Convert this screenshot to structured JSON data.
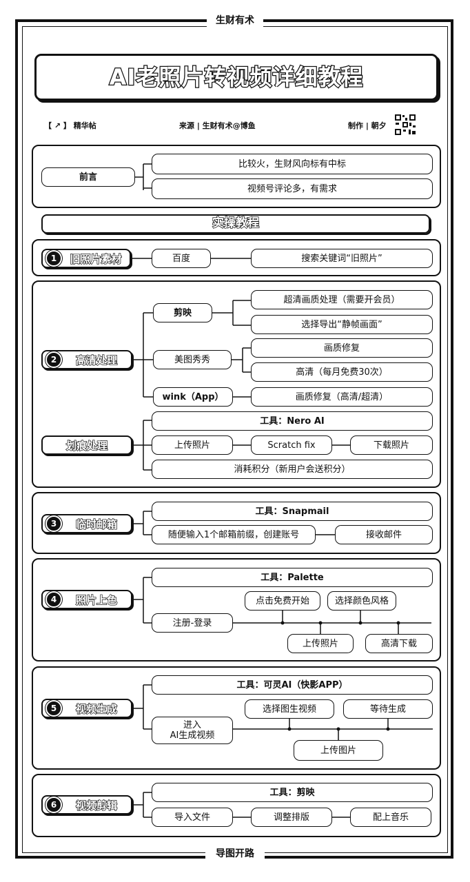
{
  "brand": "生财有术",
  "footer": "导图开路",
  "title": "AI老照片转视频详细教程",
  "meta": {
    "tag": "【 ↗ 】 精华帖",
    "source": "来源 | 生财有术@博鱼",
    "author": "制作 | 朝夕"
  },
  "preface": {
    "label": "前言",
    "items": [
      "比较火，生财风向标有中标",
      "视频号评论多，有需求"
    ]
  },
  "banner": "实操教程",
  "step1": {
    "num": "1",
    "label": "旧照片素材",
    "tool": "百度",
    "action": "搜索关键词“旧照片”"
  },
  "step2": {
    "num": "2",
    "label": "高清处理",
    "jianying": "剪映",
    "jianying_items": [
      "超清画质处理（需要开会员）",
      "选择导出“静帧画面”"
    ],
    "meitu": "美图秀秀",
    "meitu_items": [
      "画质修复",
      "高清（每月免费30次）"
    ],
    "wink": "wink（App）",
    "wink_item": "画质修复（高清/超清）"
  },
  "scratch": {
    "label": "划痕处理",
    "tool": "工具：Nero AI",
    "steps": [
      "上传照片",
      "Scratch fix",
      "下载照片"
    ],
    "note": "消耗积分（新用户会送积分）"
  },
  "step3": {
    "num": "3",
    "label": "临时邮箱",
    "tool": "工具：Snapmail",
    "action": "随便输入1个邮箱前缀，创建账号",
    "result": "接收邮件"
  },
  "step4": {
    "num": "4",
    "label": "照片上色",
    "tool": "工具：Palette",
    "start": "注册-登录",
    "top_items": [
      "点击免费开始",
      "选择颜色风格"
    ],
    "bottom_items": [
      "上传照片",
      "高清下载"
    ]
  },
  "step5": {
    "num": "5",
    "label": "视频生成",
    "tool": "工具：可灵AI（快影APP）",
    "start": "进入\nAI生成视频",
    "top_items": [
      "选择图生视频",
      "等待生成"
    ],
    "bottom_item": "上传图片"
  },
  "step6": {
    "num": "6",
    "label": "视频剪辑",
    "tool": "工具：剪映",
    "steps": [
      "导入文件",
      "调整排版",
      "配上音乐"
    ]
  }
}
